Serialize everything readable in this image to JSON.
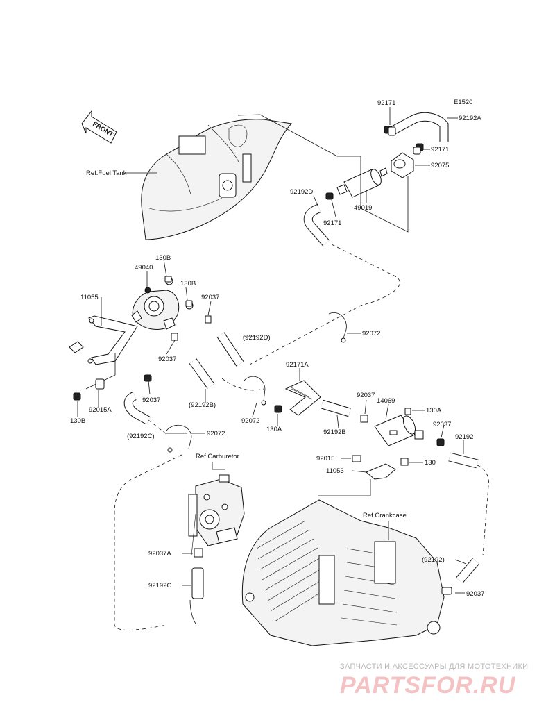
{
  "diagram": {
    "code": "E1520",
    "front_label": "FRONT",
    "refs": {
      "fuel_tank": "Ref.Fuel Tank",
      "carburetor": "Ref.Carburetor",
      "crankcase": "Ref.Crankcase"
    },
    "parts": [
      "92171",
      "92192A",
      "92171",
      "92075",
      "92192D",
      "49019",
      "92171",
      "130B",
      "49040",
      "130B",
      "11055",
      "92037",
      "(92192D)",
      "92072",
      "92037",
      "92171A",
      "(92192B)",
      "92037",
      "92015A",
      "130B",
      "(92192C)",
      "92072",
      "92072",
      "130A",
      "92037",
      "14069",
      "130A",
      "92192B",
      "92037",
      "92192",
      "92015",
      "130",
      "11053",
      "92037A",
      "92192C",
      "(92192)",
      "92037"
    ]
  },
  "watermark": {
    "caption": "ЗАПЧАСТИ И АКСЕССУАРЫ ДЛЯ МОТОТЕХНИКИ",
    "brand": "PARTSFOR.RU"
  }
}
